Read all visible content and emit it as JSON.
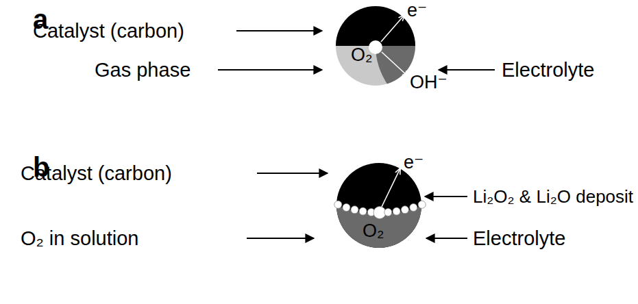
{
  "diagram": {
    "nodes": [
      {
        "text": [
          "e⁻",
          "O₂",
          "OH⁻"
        ]
      },
      {
        "text": [
          "e⁻",
          "O₂"
        ]
      }
    ],
    "labels": [
      "a",
      "Catalyst (carbon)",
      "Gas phase",
      "Electrolyte",
      "b",
      "Catalyst (carbon)",
      "Li₂O₂ & Li₂O deposit",
      "O₂ in solution",
      "Electrolyte"
    ]
  }
}
